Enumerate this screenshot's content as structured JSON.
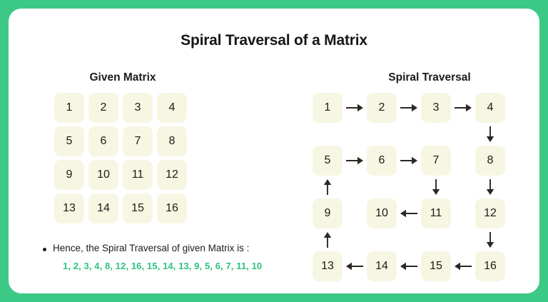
{
  "page": {
    "title": "Spiral Traversal of a Matrix",
    "card_bg": "#ffffff",
    "border_color": "#3cc985",
    "cell_bg": "#f6f6e3",
    "accent_color": "#2ec27e"
  },
  "given_matrix": {
    "title": "Given Matrix",
    "rows": [
      [
        "1",
        "2",
        "3",
        "4"
      ],
      [
        "5",
        "6",
        "7",
        "8"
      ],
      [
        "9",
        "10",
        "11",
        "12"
      ],
      [
        "13",
        "14",
        "15",
        "16"
      ]
    ]
  },
  "spiral": {
    "title": "Spiral Traversal",
    "nodes": [
      {
        "label": "1",
        "col": 0,
        "row": 0
      },
      {
        "label": "2",
        "col": 1,
        "row": 0
      },
      {
        "label": "3",
        "col": 2,
        "row": 0
      },
      {
        "label": "4",
        "col": 3,
        "row": 0
      },
      {
        "label": "5",
        "col": 0,
        "row": 1
      },
      {
        "label": "6",
        "col": 1,
        "row": 1
      },
      {
        "label": "7",
        "col": 2,
        "row": 1
      },
      {
        "label": "8",
        "col": 3,
        "row": 1
      },
      {
        "label": "9",
        "col": 0,
        "row": 2
      },
      {
        "label": "10",
        "col": 1,
        "row": 2
      },
      {
        "label": "11",
        "col": 2,
        "row": 2
      },
      {
        "label": "12",
        "col": 3,
        "row": 2
      },
      {
        "label": "13",
        "col": 0,
        "row": 3
      },
      {
        "label": "14",
        "col": 1,
        "row": 3
      },
      {
        "label": "15",
        "col": 2,
        "row": 3
      },
      {
        "label": "16",
        "col": 3,
        "row": 3
      }
    ],
    "arrows": [
      {
        "from": "1",
        "to": "2",
        "direction": "right"
      },
      {
        "from": "2",
        "to": "3",
        "direction": "right"
      },
      {
        "from": "3",
        "to": "4",
        "direction": "right"
      },
      {
        "from": "4",
        "to": "8",
        "direction": "down"
      },
      {
        "from": "8",
        "to": "12",
        "direction": "down"
      },
      {
        "from": "12",
        "to": "16",
        "direction": "down"
      },
      {
        "from": "16",
        "to": "15",
        "direction": "left"
      },
      {
        "from": "15",
        "to": "14",
        "direction": "left"
      },
      {
        "from": "14",
        "to": "13",
        "direction": "left"
      },
      {
        "from": "13",
        "to": "9",
        "direction": "up"
      },
      {
        "from": "9",
        "to": "5",
        "direction": "up"
      },
      {
        "from": "5",
        "to": "6",
        "direction": "right"
      },
      {
        "from": "6",
        "to": "7",
        "direction": "right"
      },
      {
        "from": "7",
        "to": "11",
        "direction": "down"
      },
      {
        "from": "11",
        "to": "10",
        "direction": "left"
      }
    ]
  },
  "note": {
    "text": "Hence, the Spiral Traversal of given Matrix is :",
    "result": "1, 2, 3, 4, 8, 12, 16, 15, 14, 13, 9, 5, 6, 7, 11, 10"
  }
}
